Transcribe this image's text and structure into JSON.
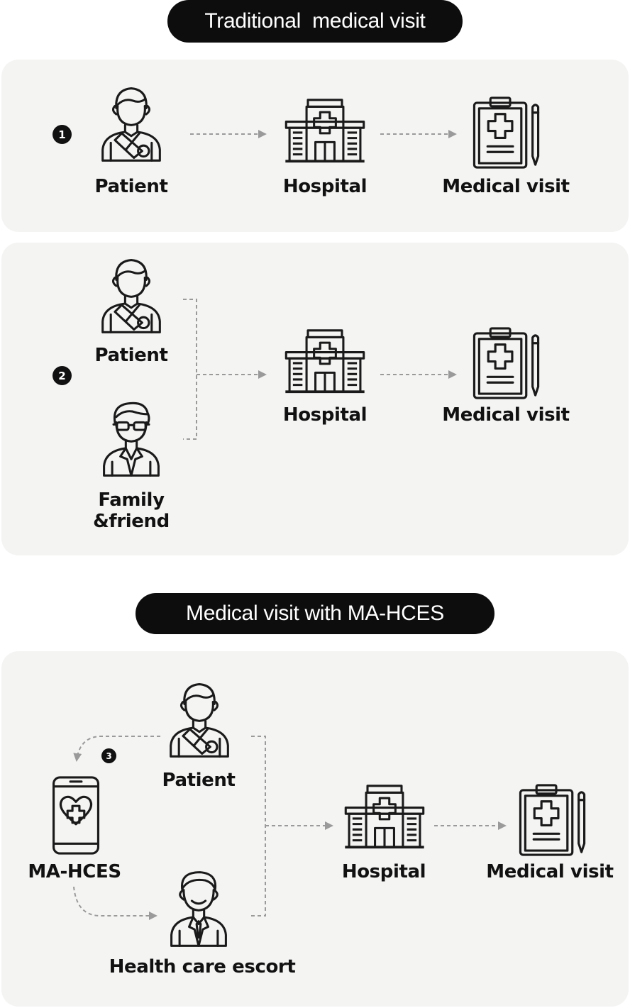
{
  "section_traditional": {
    "title": "Traditional  medical visit"
  },
  "scenario_1": {
    "badge": "1",
    "patient": "Patient",
    "hospital": "Hospital",
    "medical_visit": "Medical visit"
  },
  "scenario_2": {
    "badge": "2",
    "patient": "Patient",
    "family_line1": "Family",
    "family_line2": "&friend",
    "hospital": "Hospital",
    "medical_visit": "Medical visit"
  },
  "section_mahces": {
    "title": "Medical visit with MA-HCES"
  },
  "scenario_3": {
    "badge": "3",
    "patient": "Patient",
    "app": "MA-HCES",
    "escort": "Health care escort",
    "hospital": "Hospital",
    "medical_visit": "Medical visit"
  },
  "colors": {
    "pill_bg": "#0d0d0d",
    "panel_bg": "#f4f4f3",
    "arrow": "#9a9a9a",
    "icon_stroke": "#1a1a1a"
  },
  "icons": [
    "patient-icon",
    "hospital-icon",
    "clipboard-icon",
    "family-friend-icon",
    "smartphone-app-icon",
    "escort-icon"
  ]
}
